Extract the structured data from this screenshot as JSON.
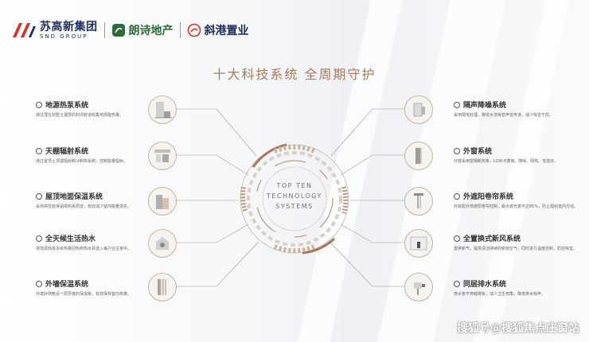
{
  "header": {
    "brand1_main": "苏高新集团",
    "brand1_sub": "SND GROUP",
    "brand2": "朗诗地产",
    "brand3": "斜港置业"
  },
  "title": "十大科技系统 全周期守护",
  "center": {
    "line1": "TOP TEN",
    "line2": "TECHNOLOGY",
    "line3": "SYSTEMS"
  },
  "left_items": [
    {
      "title": "地源热泵系统",
      "desc": "通过埋在别墅土壤层的封闭管道收集地源能热量。",
      "icon": "heat-pump-icon"
    },
    {
      "title": "天棚辐射系统",
      "desc": "通过屋顶土顶埋辐射制冷制热系统，控制能量辐射。",
      "icon": "ceiling-radiation-icon"
    },
    {
      "title": "屋顶地面保温系统",
      "desc": "采用高性能保温隔热夹层技，有效减少室内能量流失。",
      "icon": "roof-insulation-icon"
    },
    {
      "title": "全天候生活热水",
      "desc": "将地源热泵多余热量回热到热水并送入每户业主家中。",
      "icon": "hot-water-icon"
    },
    {
      "title": "外墙保温系统",
      "desc": "外墙外侧敷设一层厚度的保温板，有效保存室内热量。",
      "icon": "wall-insulation-icon"
    }
  ],
  "right_items": [
    {
      "title": "隔声降噪系统",
      "desc": "采用隔墙处理，降低水流噪音声音传递，减少噪音干扰。",
      "icon": "soundproof-icon"
    },
    {
      "title": "外窗系统",
      "desc": "外窗采用塑钢断热条，LOW-E玻璃，降噪、隔热、性能好。",
      "icon": "window-icon"
    },
    {
      "title": "外遮阳卷帘系统",
      "desc": "外窗配外侧遮阳卷帘控制，最大遮光率可达85%，防止辐射室内光线。",
      "icon": "shade-blind-icon"
    },
    {
      "title": "全置换式新风系统",
      "desc": "置换新气，提供清洁持续的新鲜空气，同时进行温度控制，防控噪音。",
      "icon": "fresh-air-icon"
    },
    {
      "title": "同层排水系统",
      "desc": "排水管不穿越楼板，减少卫生死角，降低排水噪声。",
      "icon": "drainage-icon"
    }
  ],
  "watermark": "搜狐号@搜狐焦点庄窗站",
  "colors": {
    "accent": "#a57a5a",
    "brand_blue": "#1d2d5a",
    "brand_green": "#2e6b3a",
    "logo_red": "#d9302a"
  }
}
